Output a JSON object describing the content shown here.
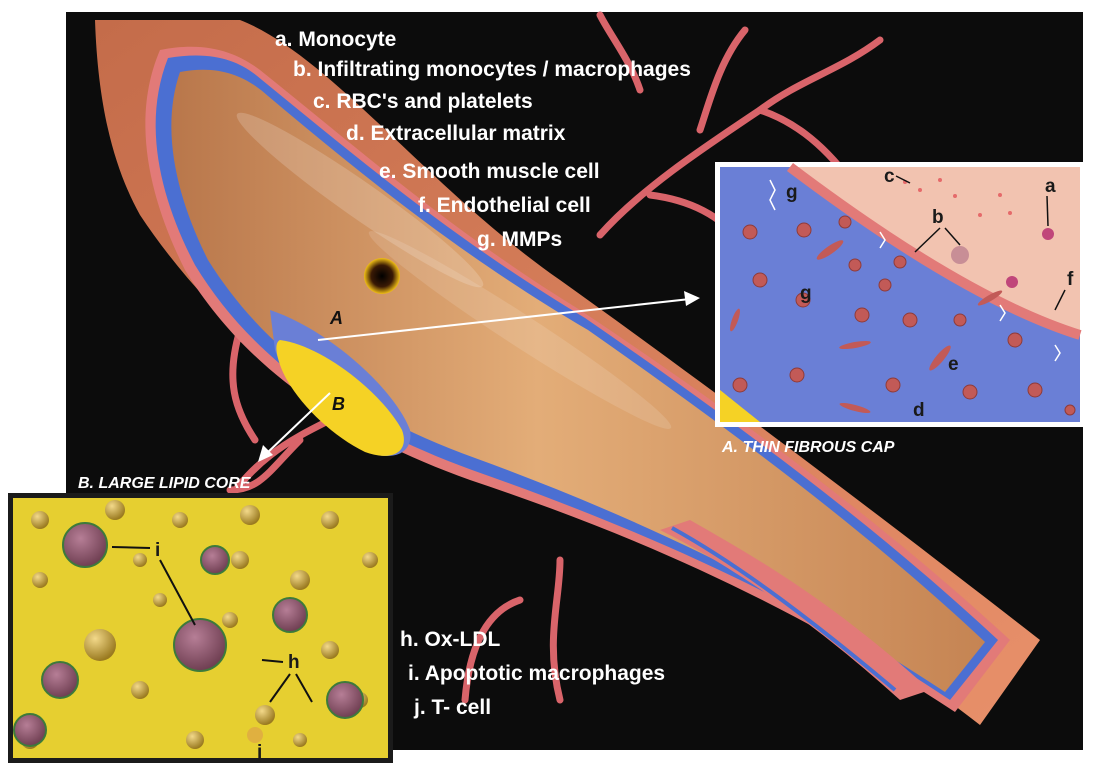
{
  "legend_top": [
    "a. Monocyte",
    "b. Infiltrating monocytes / macrophages",
    "c. RBC's and platelets",
    "d. Extracellular matrix",
    "e. Smooth muscle cell",
    "f. Endothelial cell",
    "g. MMPs"
  ],
  "legend_bottom": [
    "h. Ox-LDL",
    "i. Apoptotic macrophages",
    "j. T- cell"
  ],
  "pointers": {
    "a_upper": "A",
    "b_upper": "B"
  },
  "captions": {
    "inset_a": "A. THIN FIBROUS CAP",
    "inset_b": "B. LARGE LIPID CORE"
  },
  "inset_a_letters": {
    "a": "a",
    "b": "b",
    "c": "c",
    "d": "d",
    "e": "e",
    "f": "f",
    "g1": "g",
    "g2": "g"
  },
  "inset_b_letters": {
    "h": "h",
    "i": "i",
    "j": "j"
  },
  "colors": {
    "background": "#0c0c0c",
    "vessel_wall": "#e27a78",
    "media": "#4b6fd2",
    "lumen": "#d59a62",
    "lipid_core": "#f5d225",
    "matrix": "#6a7fd6",
    "cell": "#c25a57"
  }
}
